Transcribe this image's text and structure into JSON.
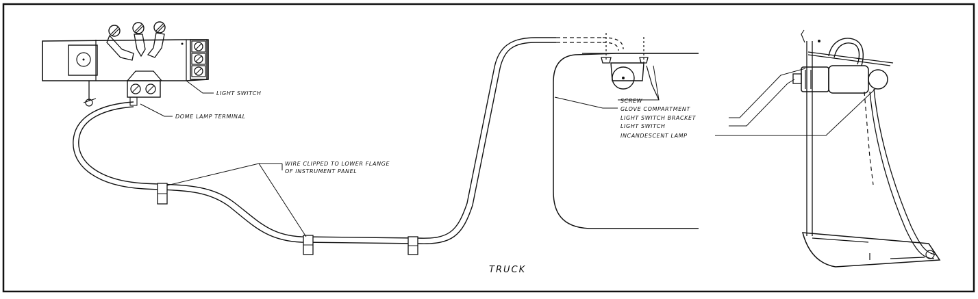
{
  "labels": {
    "light_switch": "LIGHT SWITCH",
    "dome_lamp_terminal": "DOME LAMP TERMINAL",
    "wire_clipped_1": "WIRE CLIPPED TO LOWER FLANGE",
    "wire_clipped_2": "OF INSTRUMENT PANEL",
    "screw": "SCREW",
    "glove_compartment": "GLOVE COMPARTMENT",
    "light_switch_bracket": "LIGHT SWITCH BRACKET",
    "light_switch_2": "LIGHT SWITCH",
    "incandescent_lamp": "INCANDESCENT LAMP",
    "caption": "TRUCK"
  },
  "colors": {
    "ink": "#111111",
    "paper": "#ffffff"
  }
}
